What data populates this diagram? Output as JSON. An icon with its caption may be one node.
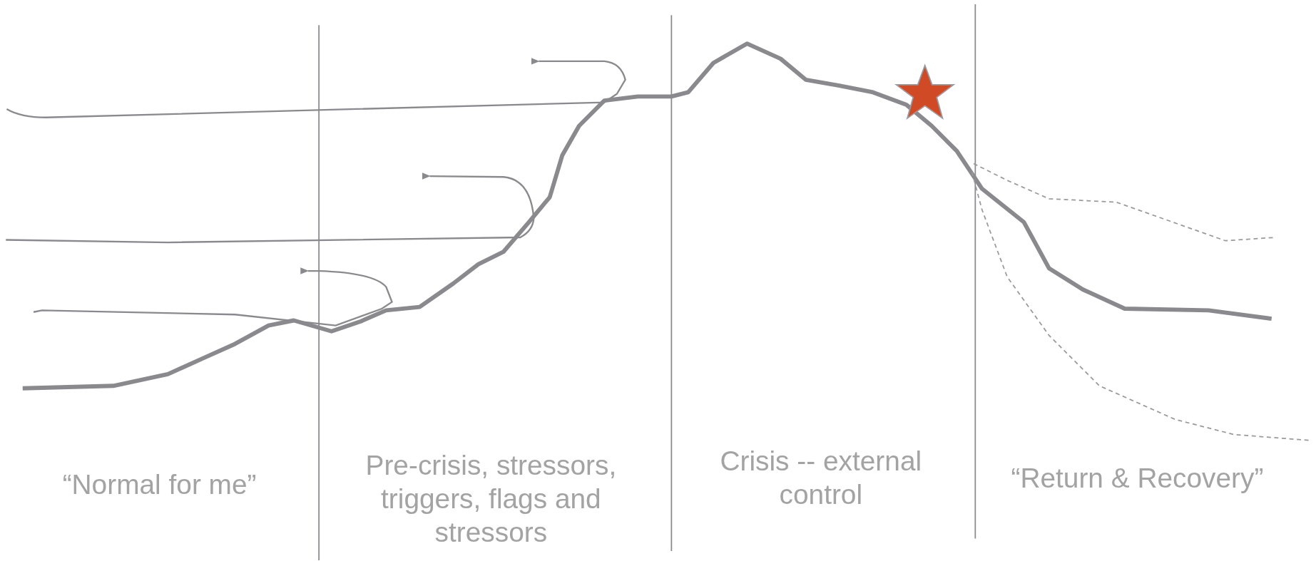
{
  "diagram": {
    "labels": [
      "“Normal for me”",
      "Pre-crisis, stressors, triggers, flags and stressors",
      "Crisis -- external control",
      "“Return & Recovery”"
    ]
  }
}
